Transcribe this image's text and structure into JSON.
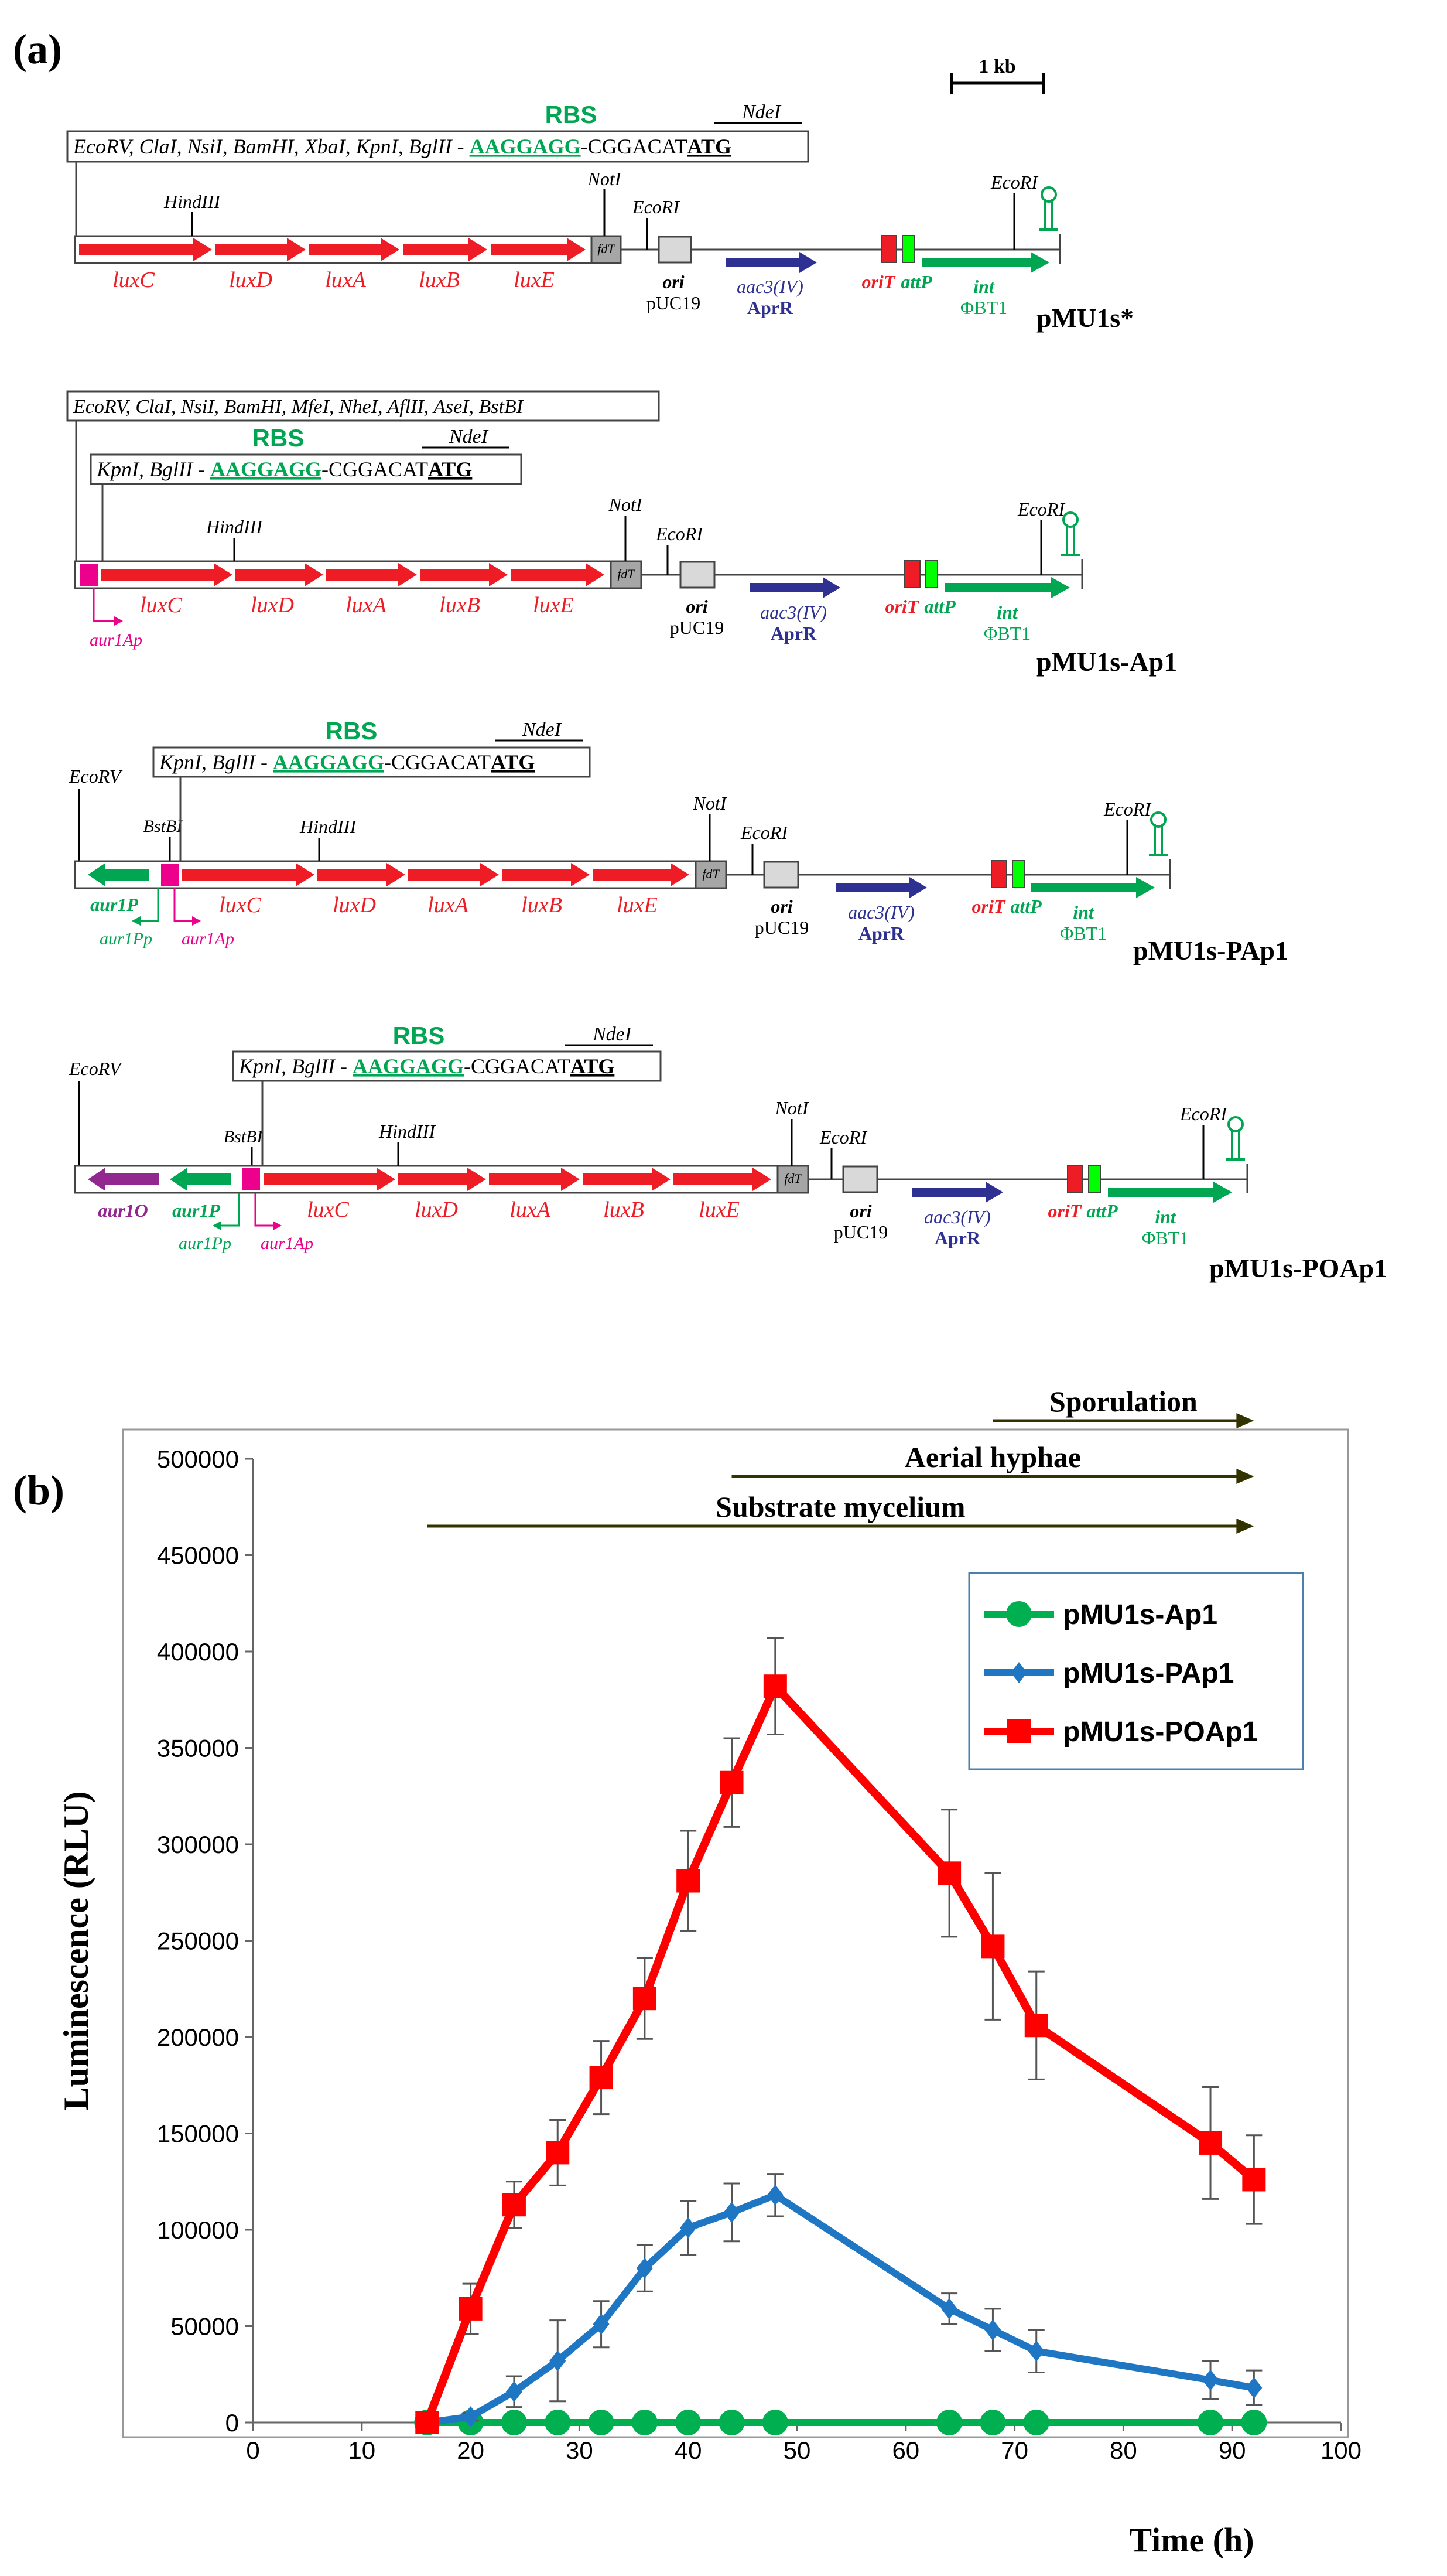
{
  "panel_a_label": "(a)",
  "panel_b_label": "(b)",
  "scale_bar": "1 kb",
  "maps": [
    {
      "name": "pMU1s*",
      "site_line_1": "EcoRV, ClaI, NsiI, BamHI, XbaI, KpnI, BglII - ",
      "rbs": "RBS",
      "rbs_seq": "AAGGAGG",
      "seq_tail": "-CGGACAT",
      "start_codon": "ATG",
      "ndeI": "NdeI",
      "hindIII": "HindIII",
      "notI": "NotI",
      "ecoRI_1": "EcoRI",
      "ecoRI_2": "EcoRI",
      "genes": [
        "luxC",
        "luxD",
        "luxA",
        "luxB",
        "luxE"
      ],
      "fdt": "fdT",
      "ori": "ori",
      "puc19": "pUC19",
      "aac": "aac3(IV)",
      "aprr": "AprR",
      "orit": "oriT",
      "attp": "attP",
      "int": "int",
      "phibt1": "ΦBT1"
    },
    {
      "name": "pMU1s-Ap1",
      "site_line_1": "EcoRV, ClaI, NsiI, BamHI, MfeI, NheI, AflII, AseI, BstBI",
      "site_line_2": "KpnI, BglII - ",
      "rbs": "RBS",
      "rbs_seq": "AAGGAGG",
      "seq_tail": "-CGGACAT",
      "start_codon": "ATG",
      "ndeI": "NdeI",
      "hindIII": "HindIII",
      "notI": "NotI",
      "ecoRI_1": "EcoRI",
      "ecoRI_2": "EcoRI",
      "promoter": "aur1Ap",
      "genes": [
        "luxC",
        "luxD",
        "luxA",
        "luxB",
        "luxE"
      ],
      "fdt": "fdT",
      "ori": "ori",
      "puc19": "pUC19",
      "aac": "aac3(IV)",
      "aprr": "AprR",
      "orit": "oriT",
      "attp": "attP",
      "int": "int",
      "phibt1": "ΦBT1"
    },
    {
      "name": "pMU1s-PAp1",
      "ecoRV": "EcoRV",
      "bstBI": "BstBI",
      "site_line_2": "KpnI, BglII - ",
      "rbs": "RBS",
      "rbs_seq": "AAGGAGG",
      "seq_tail": "-CGGACAT",
      "start_codon": "ATG",
      "ndeI": "NdeI",
      "hindIII": "HindIII",
      "notI": "NotI",
      "ecoRI_1": "EcoRI",
      "ecoRI_2": "EcoRI",
      "aur1P": "aur1P",
      "aur1Pp": "aur1Pp",
      "promoter": "aur1Ap",
      "genes": [
        "luxC",
        "luxD",
        "luxA",
        "luxB",
        "luxE"
      ],
      "fdt": "fdT",
      "ori": "ori",
      "puc19": "pUC19",
      "aac": "aac3(IV)",
      "aprr": "AprR",
      "orit": "oriT",
      "attp": "attP",
      "int": "int",
      "phibt1": "ΦBT1"
    },
    {
      "name": "pMU1s-POAp1",
      "ecoRV": "EcoRV",
      "bstBI": "BstBI",
      "site_line_2": "KpnI, BglII - ",
      "rbs": "RBS",
      "rbs_seq": "AAGGAGG",
      "seq_tail": "-CGGACAT",
      "start_codon": "ATG",
      "ndeI": "NdeI",
      "hindIII": "HindIII",
      "notI": "NotI",
      "ecoRI_1": "EcoRI",
      "ecoRI_2": "EcoRI",
      "aur1O": "aur1O",
      "aur1P": "aur1P",
      "aur1Pp": "aur1Pp",
      "promoter": "aur1Ap",
      "genes": [
        "luxC",
        "luxD",
        "luxA",
        "luxB",
        "luxE"
      ],
      "fdt": "fdT",
      "ori": "ori",
      "puc19": "pUC19",
      "aac": "aac3(IV)",
      "aprr": "AprR",
      "orit": "oriT",
      "attp": "attP",
      "int": "int",
      "phibt1": "ΦBT1"
    }
  ],
  "colors": {
    "lux": "#ee1c24",
    "rbs": "#00a651",
    "aprr": "#2e3192",
    "aur1Ap": "#ec008c",
    "aur1P": "#00a651",
    "aur1O": "#92278f",
    "orit_box": "#ff0000",
    "attp_box": "#00ff00",
    "phase_arrow": "#333300",
    "ap1": "#00b050",
    "pap1": "#1f77c4",
    "poap1": "#ff0000"
  },
  "chart_data": {
    "type": "line",
    "xlabel": "Time (h)",
    "ylabel": "Luminescence (RLU)",
    "xlim": [
      0,
      100
    ],
    "ylim": [
      0,
      500000
    ],
    "xticks": [
      0,
      10,
      20,
      30,
      40,
      50,
      60,
      70,
      80,
      90,
      100
    ],
    "yticks": [
      0,
      50000,
      100000,
      150000,
      200000,
      250000,
      300000,
      350000,
      400000,
      450000,
      500000
    ],
    "grid": false,
    "legend_position": "top-right",
    "phases": [
      {
        "label": "Sporulation",
        "start": 68,
        "end": 92
      },
      {
        "label": "Aerial hyphae",
        "start": 44,
        "end": 92
      },
      {
        "label": "Substrate mycelium",
        "start": 16,
        "end": 92
      }
    ],
    "series": [
      {
        "name": "pMU1s-Ap1",
        "marker": "circle",
        "x": [
          16,
          20,
          24,
          28,
          32,
          36,
          40,
          44,
          48,
          64,
          68,
          72,
          88,
          92
        ],
        "y": [
          0,
          0,
          0,
          0,
          0,
          0,
          0,
          0,
          0,
          0,
          0,
          0,
          0,
          0
        ],
        "err": [
          0,
          0,
          0,
          0,
          0,
          0,
          0,
          0,
          0,
          0,
          0,
          0,
          0,
          0
        ]
      },
      {
        "name": "pMU1s-PAp1",
        "marker": "diamond",
        "x": [
          16,
          20,
          24,
          28,
          32,
          36,
          40,
          44,
          48,
          64,
          68,
          72,
          88,
          92
        ],
        "y": [
          0,
          3000,
          16000,
          32000,
          51000,
          80000,
          101000,
          109000,
          118000,
          59000,
          48000,
          37000,
          22000,
          18000
        ],
        "err": [
          0,
          2000,
          8000,
          21000,
          12000,
          12000,
          14000,
          15000,
          11000,
          8000,
          11000,
          11000,
          10000,
          9000
        ]
      },
      {
        "name": "pMU1s-POAp1",
        "marker": "square",
        "x": [
          16,
          20,
          24,
          28,
          32,
          36,
          40,
          44,
          48,
          64,
          68,
          72,
          88,
          92
        ],
        "y": [
          0,
          59000,
          113000,
          140000,
          179000,
          220000,
          281000,
          332000,
          382000,
          285000,
          247000,
          206000,
          145000,
          126000
        ],
        "err": [
          0,
          13000,
          12000,
          17000,
          19000,
          21000,
          26000,
          23000,
          25000,
          33000,
          38000,
          28000,
          29000,
          23000
        ]
      }
    ]
  }
}
